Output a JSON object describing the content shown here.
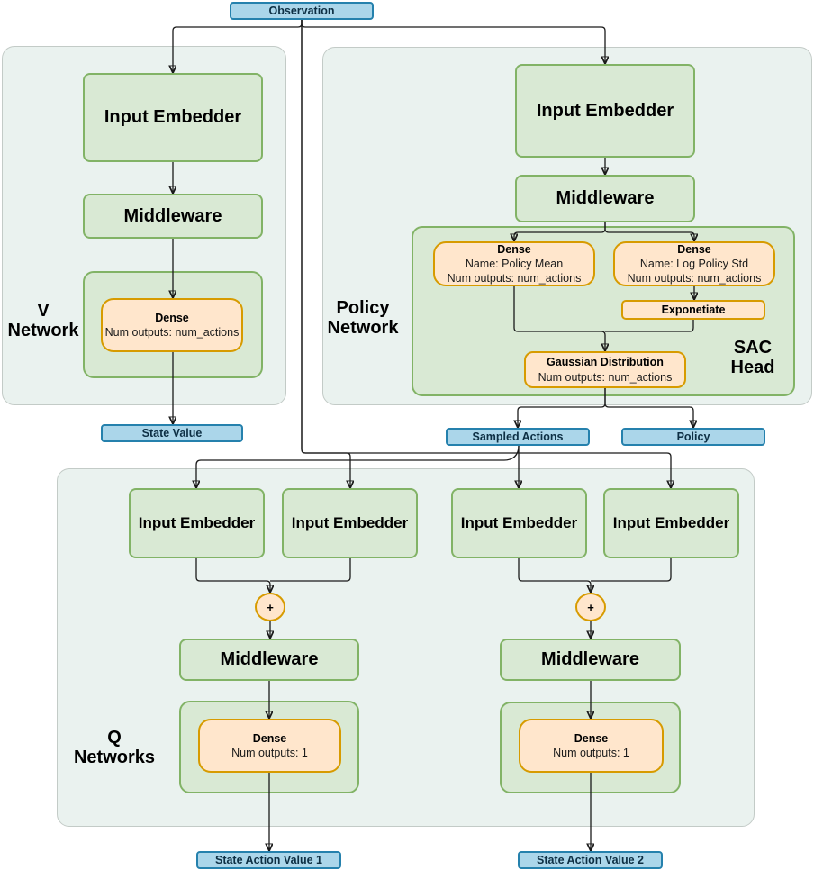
{
  "observation": {
    "label": "Observation"
  },
  "v_network": {
    "label_line1": "V",
    "label_line2": "Network",
    "input_embedder": "Input Embedder",
    "middleware": "Middleware",
    "dense": {
      "title": "Dense",
      "subtitle": "Num outputs: num_actions"
    },
    "output": "State Value"
  },
  "policy_network": {
    "label_line1": "Policy",
    "label_line2": "Network",
    "input_embedder": "Input Embedder",
    "middleware": "Middleware",
    "sac_head": {
      "label_line1": "SAC",
      "label_line2": "Head",
      "dense_mean": {
        "title": "Dense",
        "name_line": "Name: Policy Mean",
        "outputs_line": "Num outputs: num_actions"
      },
      "dense_std": {
        "title": "Dense",
        "name_line": "Name: Log Policy Std",
        "outputs_line": "Num outputs: num_actions"
      },
      "exponentiate": "Exponetiate",
      "gaussian": {
        "title": "Gaussian Distribution",
        "outputs_line": "Num outputs: num_actions"
      }
    },
    "outputs": {
      "sampled_actions": "Sampled Actions",
      "policy": "Policy"
    }
  },
  "q_networks": {
    "label_line1": "Q",
    "label_line2": "Networks",
    "input_embedders": [
      "Input Embedder",
      "Input Embedder",
      "Input Embedder",
      "Input Embedder"
    ],
    "plus": "+",
    "q1": {
      "middleware": "Middleware",
      "dense": {
        "title": "Dense",
        "subtitle": "Num outputs: 1"
      },
      "output": "State Action Value 1"
    },
    "q2": {
      "middleware": "Middleware",
      "dense": {
        "title": "Dense",
        "subtitle": "Num outputs: 1"
      },
      "output": "State Action Value 2"
    }
  },
  "colors": {
    "node_green_fill": "#d9e9d4",
    "node_green_border": "#82b366",
    "node_orange_fill": "#ffe6cc",
    "node_orange_border": "#d79b00",
    "io_blue_fill": "#abd6ea",
    "io_blue_border": "#2581ad",
    "container_fill": "#eaf2ef",
    "container_border": "#c3cbc7",
    "edge": "#1a1a1a"
  }
}
